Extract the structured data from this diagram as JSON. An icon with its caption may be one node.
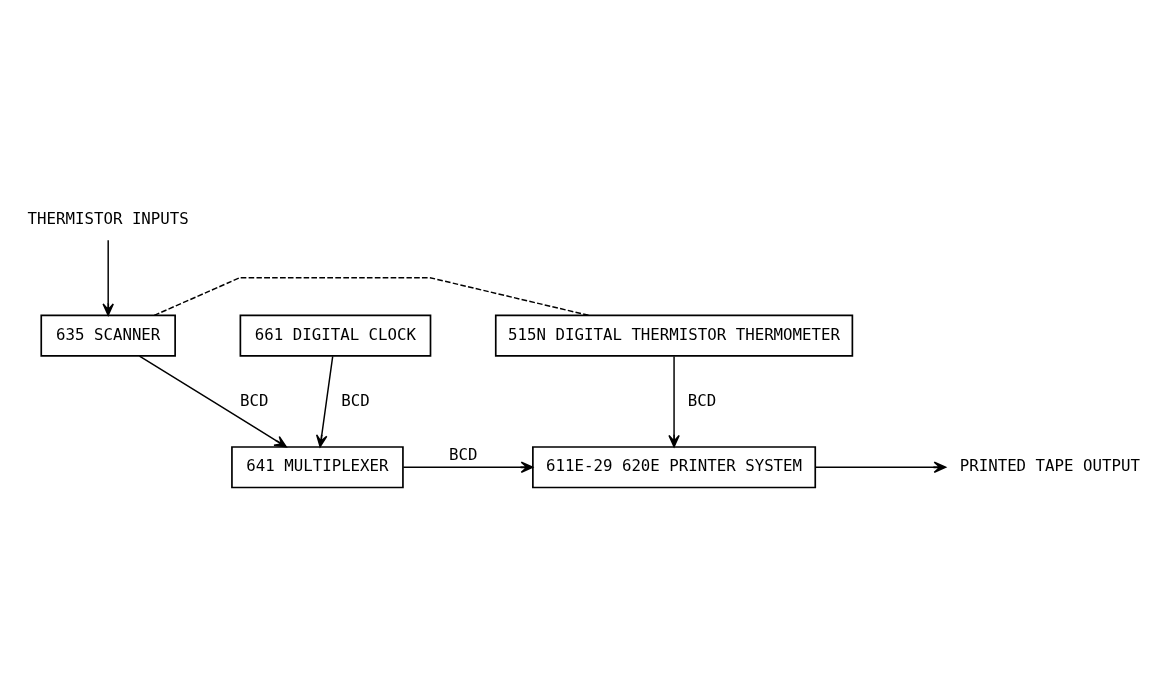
{
  "diagram": {
    "nodes": [
      {
        "text": [
          "THERMISTOR INPUTS"
        ]
      },
      {
        "text": [
          "661 DIGITAL CLOCK"
        ]
      },
      {
        "text": [
          "635 SCANNER"
        ]
      },
      {
        "text": [
          "515N DIGITAL THERMISTOR THERMOMETER"
        ]
      },
      {
        "text": [
          "641 MULTIPLEXER"
        ]
      },
      {
        "text": [
          "611E-29 620E PRINTER SYSTEM"
        ]
      },
      {
        "text": [
          "PRINTED TAPE OUTPUT"
        ]
      }
    ],
    "edges": [
      {
        "from": 0,
        "to": 2,
        "arrow": "to"
      },
      {
        "from": 2,
        "to": 3,
        "arrow": "none",
        "style": "dashed"
      },
      {
        "from": 1,
        "to": 4,
        "arrow": "to",
        "label": "BCD"
      },
      {
        "from": 2,
        "to": 4,
        "arrow": "to",
        "label": "BCD"
      },
      {
        "from": 3,
        "to": 5,
        "arrow": "to",
        "label": "BCD"
      },
      {
        "from": 4,
        "to": 5,
        "arrow": "to",
        "label": "BCD"
      },
      {
        "from": 5,
        "to": 6,
        "arrow": "to"
      }
    ]
  }
}
